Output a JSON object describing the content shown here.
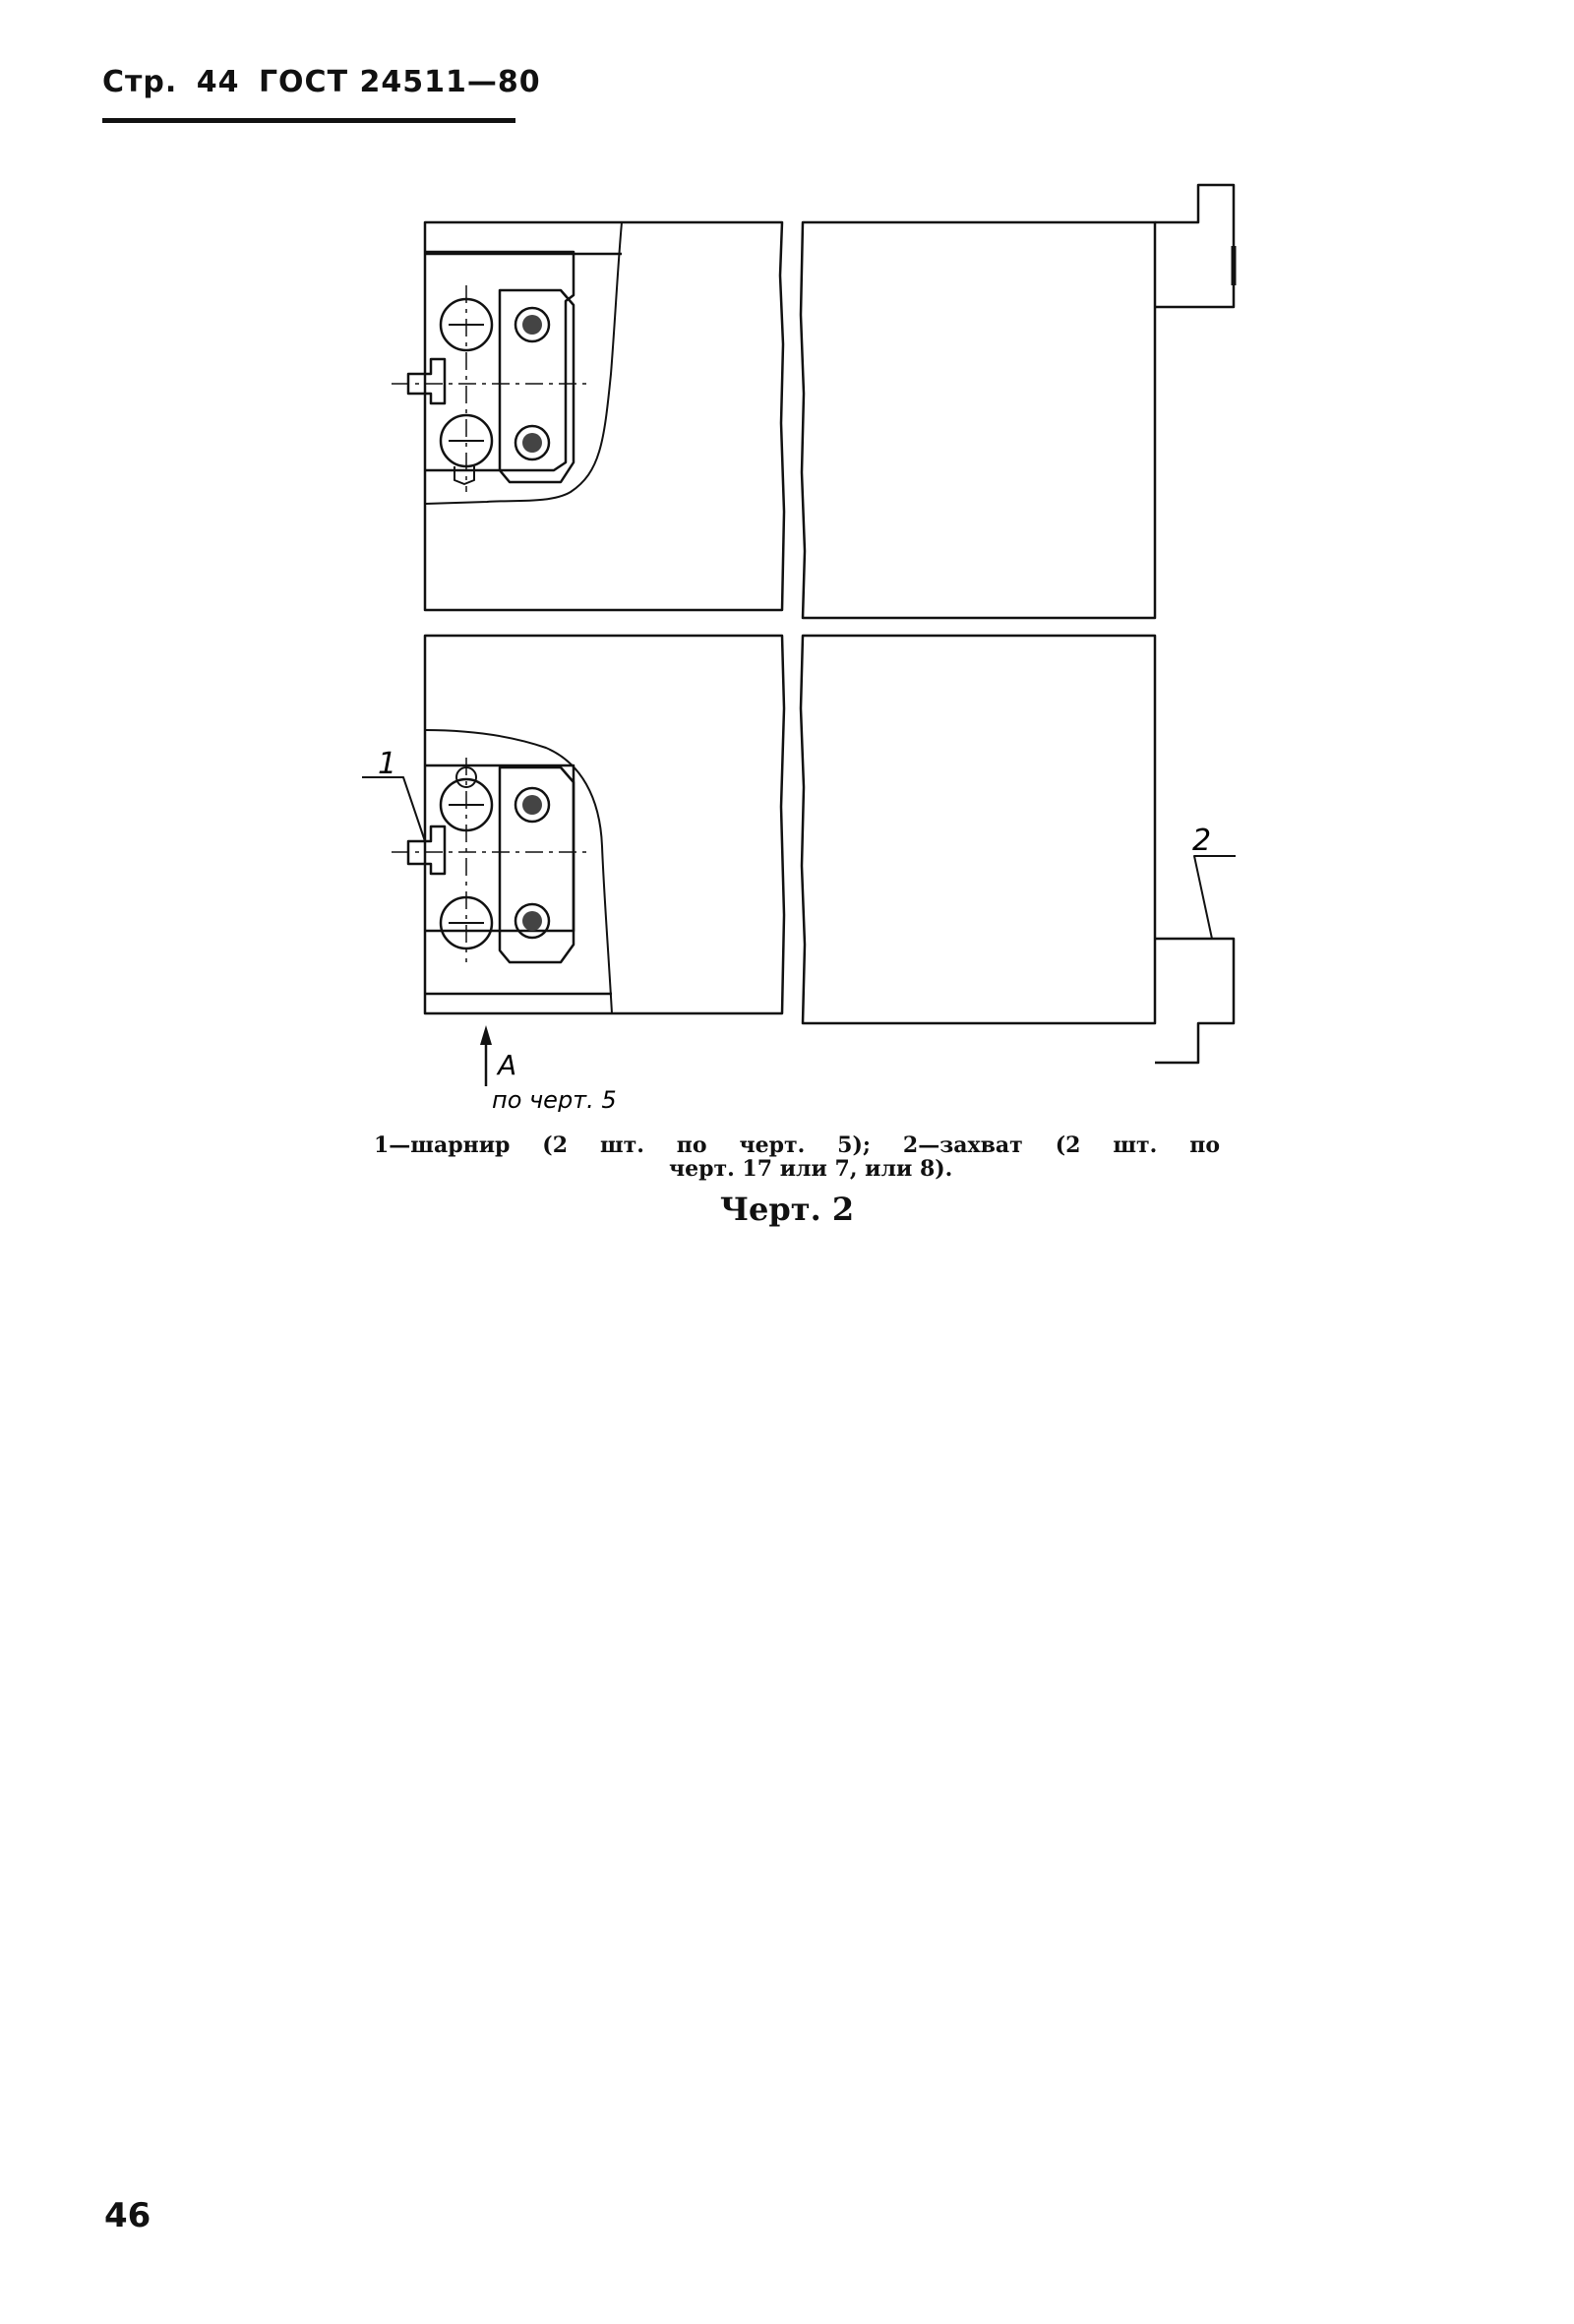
{
  "header": {
    "page_prefix": "Стр.",
    "page_no": "44",
    "standard": "ГОСТ 24511—80"
  },
  "drawing": {
    "callout_1": "1",
    "callout_2": "2",
    "view_letter": "A",
    "view_ref": "по черт. 5"
  },
  "caption": {
    "line1": "1—шарнир (2 шт. по черт. 5); 2—захват (2 шт. по",
    "line2": "черт. 17 или 7, или 8).",
    "title": "Черт. 2"
  },
  "footer": {
    "page_number": "46"
  }
}
